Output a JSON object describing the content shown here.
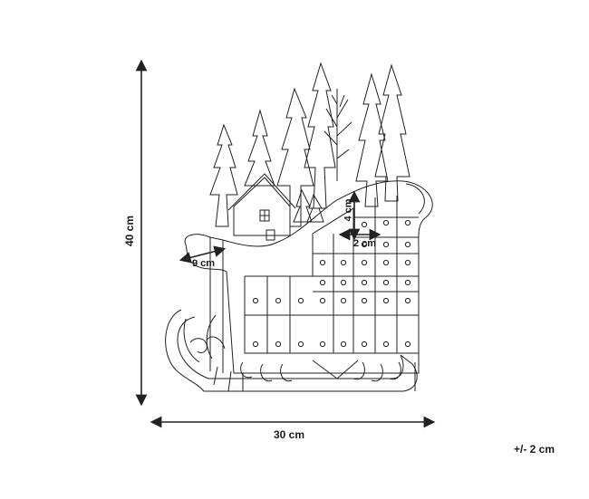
{
  "dimensions": {
    "height": "40 cm",
    "width": "30 cm",
    "depth": "9 cm",
    "drawer_height": "4 cm",
    "drawer_width": "2 cm",
    "tolerance": "+/- 2 cm"
  },
  "icons": [
    "sleigh-advent-calendar-drawing",
    "house-icon",
    "tree-icon"
  ],
  "colors": {
    "line": "#222222",
    "background": "#ffffff"
  }
}
